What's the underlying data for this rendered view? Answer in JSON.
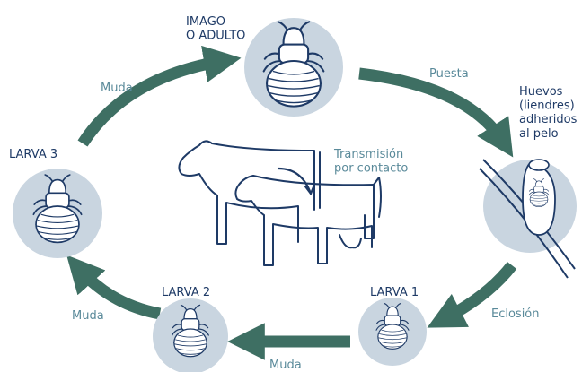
{
  "stages": {
    "adult": "IMAGO\nO ADULTO",
    "eggs": "Huevos\n(liendres)\nadheridos\nal pelo",
    "larva1": "LARVA 1",
    "larva2": "LARVA 2",
    "larva3": "LARVA 3"
  },
  "arrows": {
    "laying": "Puesta",
    "hatching": "Eclosión",
    "molt_bottom": "Muda",
    "molt_left": "Muda",
    "molt_top": "Muda"
  },
  "transmission": "Transmisión\npor contacto",
  "colors": {
    "arrow": "#3e6f63",
    "circle_fill": "#c9d5e0",
    "stroke": "#1e3a66",
    "text": "#1e3a66",
    "label_accent": "#5a8a9a"
  }
}
